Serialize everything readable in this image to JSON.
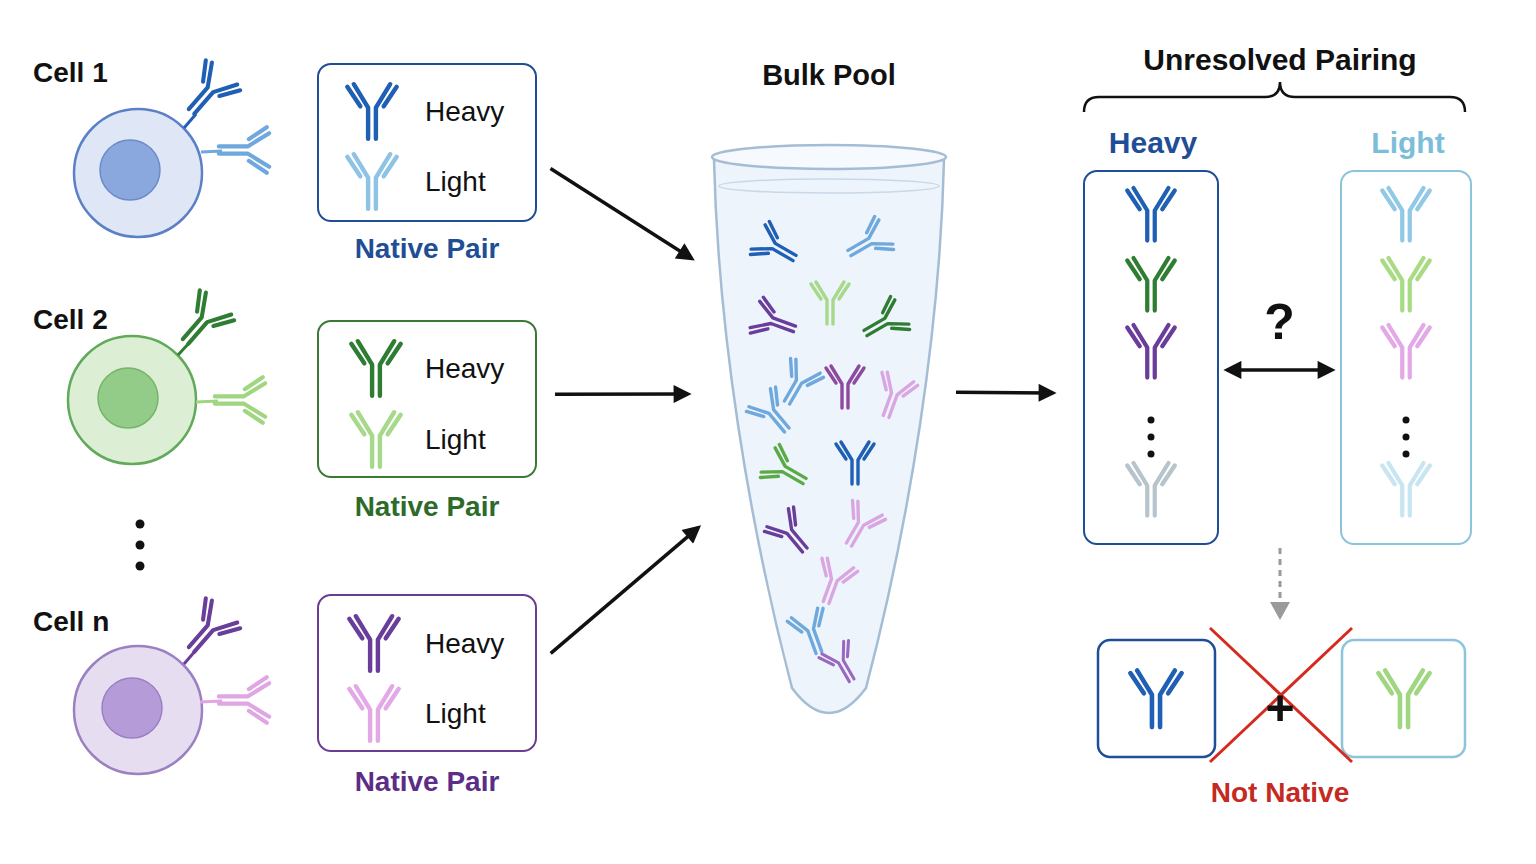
{
  "diagram": {
    "nodes": [
      {
        "text": [
          "Heavy",
          "Light",
          "Native Pair"
        ]
      },
      {
        "text": [
          "Heavy",
          "Light",
          "Native Pair"
        ]
      },
      {
        "text": [
          "Heavy",
          "Light",
          "Native Pair"
        ]
      },
      {
        "text": [
          "Bulk Pool"
        ]
      },
      {
        "text": [
          "Heavy"
        ]
      },
      {
        "text": [
          "Light"
        ]
      }
    ],
    "edges": [
      {
        "from": 0,
        "to": 3,
        "arrow": "to"
      },
      {
        "from": 1,
        "to": 3,
        "arrow": "to"
      },
      {
        "from": 2,
        "to": 3,
        "arrow": "to"
      },
      {
        "from": 3,
        "to": 4,
        "arrow": "to"
      },
      {
        "from": 4,
        "to": 5,
        "label": "?",
        "arrow": "both"
      }
    ],
    "labels": [
      "Cell 1",
      "Cell 2",
      "Cell n",
      "Unresolved Pairing",
      "+",
      "Not Native"
    ]
  }
}
